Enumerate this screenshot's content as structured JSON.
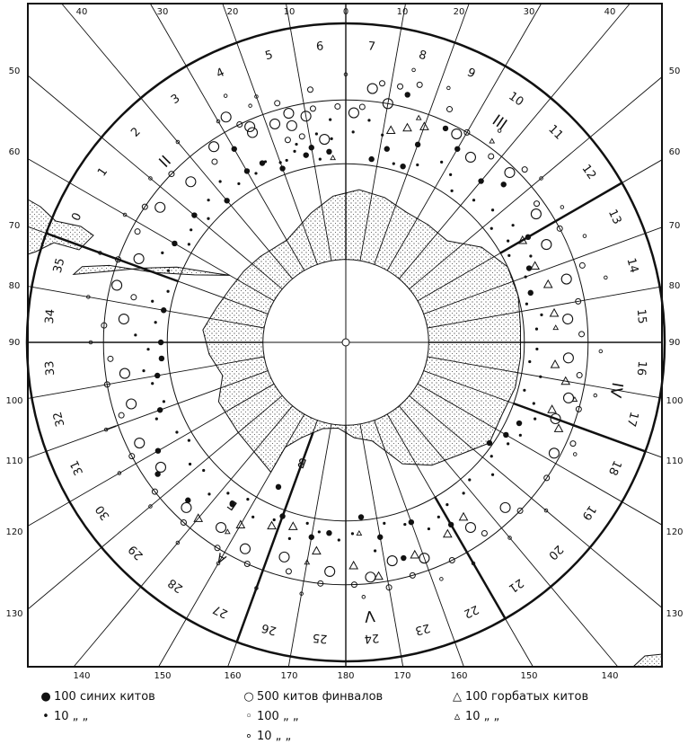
{
  "map": {
    "top_longitudes": [
      "40",
      "30",
      "20",
      "10",
      "0",
      "10",
      "20",
      "30",
      "40"
    ],
    "bottom_longitudes": [
      "140",
      "150",
      "160",
      "170",
      "180",
      "170",
      "160",
      "150",
      "140"
    ],
    "left_latitudes": [
      "50",
      "60",
      "70",
      "80",
      "90",
      "100",
      "110",
      "120",
      "130"
    ],
    "right_latitudes": [
      "50",
      "60",
      "70",
      "80",
      "90",
      "100",
      "110",
      "120",
      "130"
    ],
    "sector_numbers": [
      "0",
      "1",
      "2",
      "3",
      "4",
      "5",
      "6",
      "7",
      "8",
      "9",
      "10",
      "11",
      "12",
      "13",
      "14",
      "15",
      "16",
      "17",
      "18",
      "19",
      "20",
      "21",
      "22",
      "23",
      "24",
      "25",
      "26",
      "27",
      "28",
      "29",
      "30",
      "31",
      "32",
      "33",
      "34",
      "35"
    ],
    "area_numerals": [
      "I",
      "II",
      "III",
      "IV",
      "V"
    ],
    "subarea_letters": [
      "А",
      "Б",
      "В"
    ]
  },
  "whale_symbols": {
    "blue_large": [
      [
        -30,
        0.62
      ],
      [
        -30,
        0.7
      ],
      [
        -25,
        0.62
      ],
      [
        -12,
        0.6
      ],
      [
        8,
        0.58
      ],
      [
        12,
        0.62
      ],
      [
        18,
        0.58
      ],
      [
        14,
        0.8
      ],
      [
        20,
        0.66
      ],
      [
        25,
        0.74
      ],
      [
        30,
        0.7
      ],
      [
        40,
        0.66
      ],
      [
        45,
        0.7
      ],
      [
        60,
        0.66
      ],
      [
        68,
        0.62
      ],
      [
        75,
        0.6
      ],
      [
        115,
        0.6
      ],
      [
        120,
        0.58
      ],
      [
        125,
        0.55
      ],
      [
        150,
        0.66
      ],
      [
        160,
        0.6
      ],
      [
        165,
        0.7
      ],
      [
        170,
        0.62
      ],
      [
        175,
        0.55
      ],
      [
        185,
        0.6
      ],
      [
        190,
        0.62
      ],
      [
        200,
        0.58
      ],
      [
        205,
        0.5
      ],
      [
        215,
        0.62
      ],
      [
        225,
        0.7
      ],
      [
        235,
        0.72
      ],
      [
        240,
        0.68
      ],
      [
        250,
        0.62
      ],
      [
        260,
        0.6
      ],
      [
        265,
        0.58
      ],
      [
        270,
        0.58
      ],
      [
        280,
        0.58
      ],
      [
        300,
        0.62
      ],
      [
        310,
        0.62
      ],
      [
        320,
        0.58
      ],
      [
        340,
        0.58
      ],
      [
        350,
        0.62
      ],
      [
        355,
        0.6
      ]
    ],
    "blue_small": [
      [
        -20,
        0.6
      ],
      [
        -15,
        0.62
      ],
      [
        -8,
        0.66
      ],
      [
        -4,
        0.7
      ],
      [
        2,
        0.66
      ],
      [
        6,
        0.7
      ],
      [
        10,
        0.66
      ],
      [
        15,
        0.58
      ],
      [
        22,
        0.6
      ],
      [
        28,
        0.64
      ],
      [
        32,
        0.62
      ],
      [
        35,
        0.58
      ],
      [
        42,
        0.6
      ],
      [
        48,
        0.62
      ],
      [
        52,
        0.58
      ],
      [
        55,
        0.64
      ],
      [
        58,
        0.6
      ],
      [
        62,
        0.58
      ],
      [
        65,
        0.64
      ],
      [
        70,
        0.6
      ],
      [
        78,
        0.58
      ],
      [
        82,
        0.62
      ],
      [
        86,
        0.6
      ],
      [
        92,
        0.6
      ],
      [
        96,
        0.58
      ],
      [
        100,
        0.62
      ],
      [
        105,
        0.58
      ],
      [
        108,
        0.62
      ],
      [
        112,
        0.64
      ],
      [
        118,
        0.62
      ],
      [
        122,
        0.6
      ],
      [
        128,
        0.58
      ],
      [
        132,
        0.62
      ],
      [
        138,
        0.58
      ],
      [
        142,
        0.6
      ],
      [
        148,
        0.6
      ],
      [
        152,
        0.62
      ],
      [
        156,
        0.64
      ],
      [
        162,
        0.6
      ],
      [
        168,
        0.58
      ],
      [
        172,
        0.66
      ],
      [
        178,
        0.6
      ],
      [
        182,
        0.62
      ],
      [
        188,
        0.6
      ],
      [
        192,
        0.58
      ],
      [
        196,
        0.64
      ],
      [
        202,
        0.6
      ],
      [
        208,
        0.62
      ],
      [
        212,
        0.58
      ],
      [
        218,
        0.6
      ],
      [
        222,
        0.64
      ],
      [
        228,
        0.6
      ],
      [
        232,
        0.62
      ],
      [
        238,
        0.58
      ],
      [
        242,
        0.6
      ],
      [
        248,
        0.64
      ],
      [
        252,
        0.6
      ],
      [
        258,
        0.62
      ],
      [
        262,
        0.64
      ],
      [
        268,
        0.62
      ],
      [
        272,
        0.66
      ],
      [
        276,
        0.6
      ],
      [
        282,
        0.62
      ],
      [
        286,
        0.58
      ],
      [
        292,
        0.6
      ],
      [
        296,
        0.64
      ],
      [
        302,
        0.58
      ],
      [
        306,
        0.6
      ],
      [
        312,
        0.58
      ],
      [
        316,
        0.62
      ],
      [
        322,
        0.64
      ],
      [
        326,
        0.6
      ],
      [
        332,
        0.6
      ],
      [
        336,
        0.62
      ],
      [
        342,
        0.6
      ],
      [
        346,
        0.64
      ],
      [
        352,
        0.58
      ],
      [
        356,
        0.64
      ]
    ],
    "fin_large": [
      [
        -18,
        0.72
      ],
      [
        -14,
        0.7
      ],
      [
        -10,
        0.72
      ],
      [
        -6,
        0.64
      ],
      [
        2,
        0.72
      ],
      [
        6,
        0.8
      ],
      [
        10,
        0.76
      ],
      [
        28,
        0.74
      ],
      [
        34,
        0.7
      ],
      [
        44,
        0.74
      ],
      [
        56,
        0.72
      ],
      [
        64,
        0.7
      ],
      [
        74,
        0.72
      ],
      [
        84,
        0.7
      ],
      [
        94,
        0.7
      ],
      [
        104,
        0.72
      ],
      [
        110,
        0.7
      ],
      [
        118,
        0.74
      ],
      [
        136,
        0.72
      ],
      [
        146,
        0.7
      ],
      [
        160,
        0.72
      ],
      [
        168,
        0.7
      ],
      [
        174,
        0.74
      ],
      [
        184,
        0.72
      ],
      [
        196,
        0.7
      ],
      [
        206,
        0.72
      ],
      [
        214,
        0.7
      ],
      [
        224,
        0.72
      ],
      [
        236,
        0.7
      ],
      [
        244,
        0.72
      ],
      [
        254,
        0.7
      ],
      [
        262,
        0.7
      ],
      [
        276,
        0.7
      ],
      [
        284,
        0.74
      ],
      [
        292,
        0.7
      ],
      [
        306,
        0.72
      ],
      [
        316,
        0.7
      ],
      [
        326,
        0.74
      ],
      [
        336,
        0.72
      ],
      [
        346,
        0.74
      ],
      [
        -24,
        0.74
      ],
      [
        -28,
        0.8
      ]
    ],
    "fin_medium": [
      [
        -16,
        0.66
      ],
      [
        -12,
        0.66
      ],
      [
        -8,
        0.74
      ],
      [
        -2,
        0.74
      ],
      [
        4,
        0.74
      ],
      [
        8,
        0.82
      ],
      [
        12,
        0.82
      ],
      [
        16,
        0.84
      ],
      [
        24,
        0.8
      ],
      [
        30,
        0.76
      ],
      [
        38,
        0.74
      ],
      [
        46,
        0.78
      ],
      [
        54,
        0.74
      ],
      [
        62,
        0.76
      ],
      [
        72,
        0.78
      ],
      [
        80,
        0.74
      ],
      [
        88,
        0.74
      ],
      [
        98,
        0.74
      ],
      [
        106,
        0.76
      ],
      [
        114,
        0.78
      ],
      [
        124,
        0.76
      ],
      [
        134,
        0.76
      ],
      [
        144,
        0.74
      ],
      [
        154,
        0.76
      ],
      [
        164,
        0.76
      ],
      [
        170,
        0.78
      ],
      [
        178,
        0.76
      ],
      [
        186,
        0.76
      ],
      [
        194,
        0.74
      ],
      [
        204,
        0.76
      ],
      [
        212,
        0.76
      ],
      [
        222,
        0.76
      ],
      [
        232,
        0.76
      ],
      [
        242,
        0.76
      ],
      [
        252,
        0.74
      ],
      [
        260,
        0.76
      ],
      [
        266,
        0.74
      ],
      [
        274,
        0.76
      ],
      [
        282,
        0.68
      ],
      [
        290,
        0.76
      ],
      [
        298,
        0.74
      ],
      [
        304,
        0.76
      ],
      [
        314,
        0.76
      ],
      [
        324,
        0.7
      ],
      [
        334,
        0.76
      ],
      [
        344,
        0.78
      ],
      [
        352,
        0.8
      ]
    ],
    "fin_small": [
      [
        -22,
        0.8
      ],
      [
        -26,
        0.86
      ],
      [
        0,
        0.84
      ],
      [
        14,
        0.88
      ],
      [
        22,
        0.86
      ],
      [
        36,
        0.82
      ],
      [
        50,
        0.8
      ],
      [
        58,
        0.8
      ],
      [
        66,
        0.82
      ],
      [
        76,
        0.84
      ],
      [
        92,
        0.8
      ],
      [
        102,
        0.8
      ],
      [
        116,
        0.8
      ],
      [
        130,
        0.82
      ],
      [
        140,
        0.8
      ],
      [
        150,
        0.8
      ],
      [
        158,
        0.8
      ],
      [
        176,
        0.8
      ],
      [
        190,
        0.8
      ],
      [
        200,
        0.82
      ],
      [
        210,
        0.8
      ],
      [
        220,
        0.82
      ],
      [
        230,
        0.8
      ],
      [
        240,
        0.82
      ],
      [
        250,
        0.8
      ],
      [
        270,
        0.8
      ],
      [
        280,
        0.82
      ],
      [
        290,
        0.82
      ],
      [
        300,
        0.8
      ],
      [
        310,
        0.8
      ],
      [
        320,
        0.82
      ],
      [
        330,
        0.8
      ],
      [
        340,
        0.82
      ]
    ],
    "humpback_large": [
      [
        12,
        0.68
      ],
      [
        16,
        0.7
      ],
      [
        20,
        0.72
      ],
      [
        60,
        0.64
      ],
      [
        68,
        0.64
      ],
      [
        74,
        0.66
      ],
      [
        82,
        0.66
      ],
      [
        96,
        0.66
      ],
      [
        100,
        0.7
      ],
      [
        108,
        0.68
      ],
      [
        112,
        0.72
      ],
      [
        146,
        0.66
      ],
      [
        152,
        0.68
      ],
      [
        162,
        0.7
      ],
      [
        172,
        0.74
      ],
      [
        178,
        0.7
      ],
      [
        188,
        0.66
      ],
      [
        196,
        0.6
      ],
      [
        202,
        0.62
      ],
      [
        210,
        0.66
      ],
      [
        220,
        0.72
      ]
    ],
    "humpback_small": [
      [
        -4,
        0.58
      ],
      [
        18,
        0.74
      ],
      [
        36,
        0.78
      ],
      [
        86,
        0.66
      ],
      [
        104,
        0.74
      ],
      [
        176,
        0.6
      ],
      [
        190,
        0.7
      ],
      [
        212,
        0.7
      ]
    ]
  },
  "legend": [
    {
      "symbol": "●",
      "text": "100 синих китов"
    },
    {
      "symbol": "•",
      "text": "10    „    „"
    },
    {
      "symbol": "○",
      "text": "500 китов финвалов"
    },
    {
      "symbol": "◦",
      "text": "100    „    „"
    },
    {
      "symbol": "∘",
      "text": "10    „    „"
    },
    {
      "symbol": "△",
      "text": "100 горбатых китов"
    },
    {
      "symbol": "▵",
      "text": "10    „    „"
    }
  ]
}
